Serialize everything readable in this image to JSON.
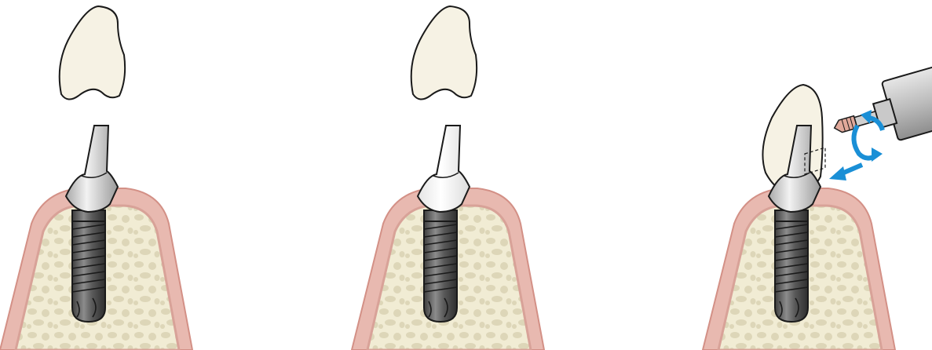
{
  "figure": {
    "panels": [
      {
        "id": "panel-1",
        "abutment_type": "metal-titanium",
        "crown_state": "separate",
        "tool_present": false
      },
      {
        "id": "panel-2",
        "abutment_type": "white-zirconia",
        "crown_state": "separate",
        "tool_present": false
      },
      {
        "id": "panel-3",
        "abutment_type": "metal-titanium",
        "crown_state": "seated",
        "tool_present": true
      }
    ],
    "colors": {
      "gum": "#e8b9b0",
      "gum_edge": "#d39086",
      "bone": "#f1ecd4",
      "bone_trabeculae": "#ddd6b8",
      "crown": "#f6f2e4",
      "outline": "#1a1a1a",
      "implant_dark": "#4a4a4a",
      "implant_mid": "#7a7a7a",
      "metal_light": "#d9d9d9",
      "zirconia": "#ffffff",
      "handpiece": "#b8b8b8",
      "arrow_blue": "#1a8fd6",
      "screw_tip": "#e0a89a"
    },
    "icons": [
      "rotation-arrow-icon",
      "insertion-arrow-icon"
    ]
  }
}
